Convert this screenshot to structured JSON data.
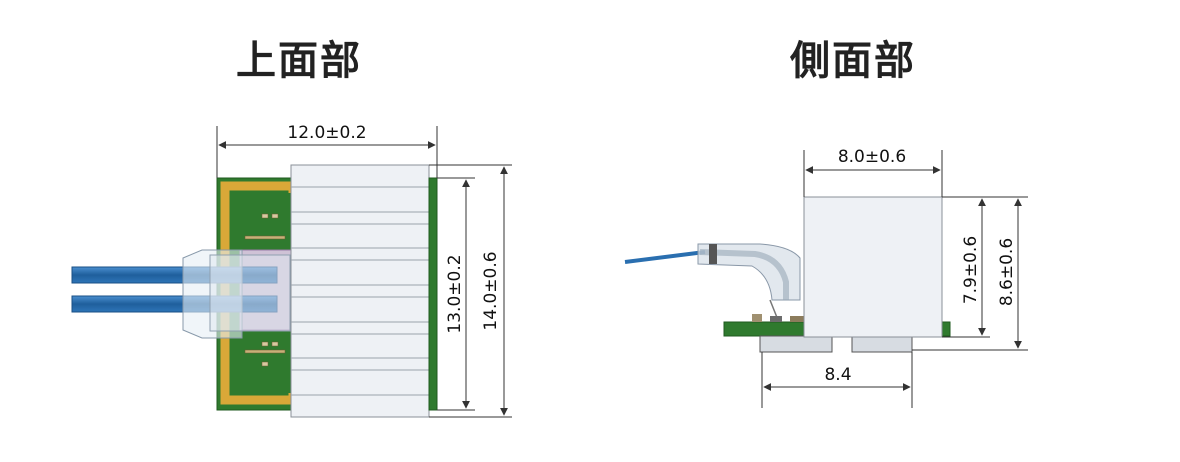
{
  "titles": {
    "top_view": "上面部",
    "side_view": "側面部"
  },
  "top_view": {
    "dimensions": {
      "width": "12.0±0.2",
      "height_inner": "13.0±0.2",
      "height_outer": "14.0±0.6"
    }
  },
  "side_view": {
    "dimensions": {
      "width": "8.0±0.6",
      "height_inner": "7.9±0.6",
      "height_outer": "8.6±0.6",
      "bottom_width": "8.4"
    }
  },
  "colors": {
    "pcb_green": "#2f7a2e",
    "gold_frame": "#d9a838",
    "fiber_blue": "#2a6fb0",
    "housing": "#eef1f5",
    "line": "#333333"
  }
}
